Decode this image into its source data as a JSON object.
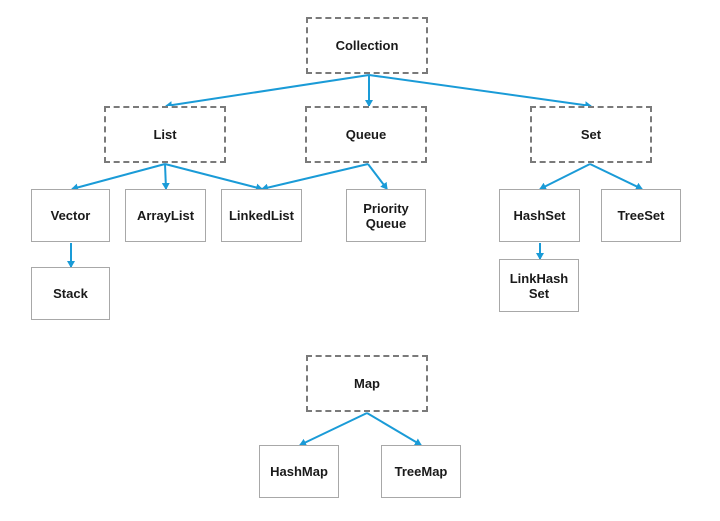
{
  "colors": {
    "arrow": "#1a9bd7",
    "interface_border": "#7a7a7a",
    "class_border": "#a8a8a8",
    "text": "#1a1a1a"
  },
  "nodes": {
    "collection": "Collection",
    "list": "List",
    "queue": "Queue",
    "set": "Set",
    "vector": "Vector",
    "arraylist": "ArrayList",
    "linkedlist": "LinkedList",
    "priority_queue": "Priority\nQueue",
    "hashset": "HashSet",
    "treeset": "TreeSet",
    "stack": "Stack",
    "linkhashset": "LinkHash\nSet",
    "map": "Map",
    "hashmap": "HashMap",
    "treemap": "TreeMap"
  },
  "edges": [
    {
      "from": "collection",
      "to": "list"
    },
    {
      "from": "collection",
      "to": "queue"
    },
    {
      "from": "collection",
      "to": "set"
    },
    {
      "from": "list",
      "to": "vector"
    },
    {
      "from": "list",
      "to": "arraylist"
    },
    {
      "from": "list",
      "to": "linkedlist"
    },
    {
      "from": "queue",
      "to": "linkedlist"
    },
    {
      "from": "queue",
      "to": "priority_queue"
    },
    {
      "from": "set",
      "to": "hashset"
    },
    {
      "from": "set",
      "to": "treeset"
    },
    {
      "from": "vector",
      "to": "stack"
    },
    {
      "from": "hashset",
      "to": "linkhashset"
    },
    {
      "from": "map",
      "to": "hashmap"
    },
    {
      "from": "map",
      "to": "treemap"
    }
  ]
}
